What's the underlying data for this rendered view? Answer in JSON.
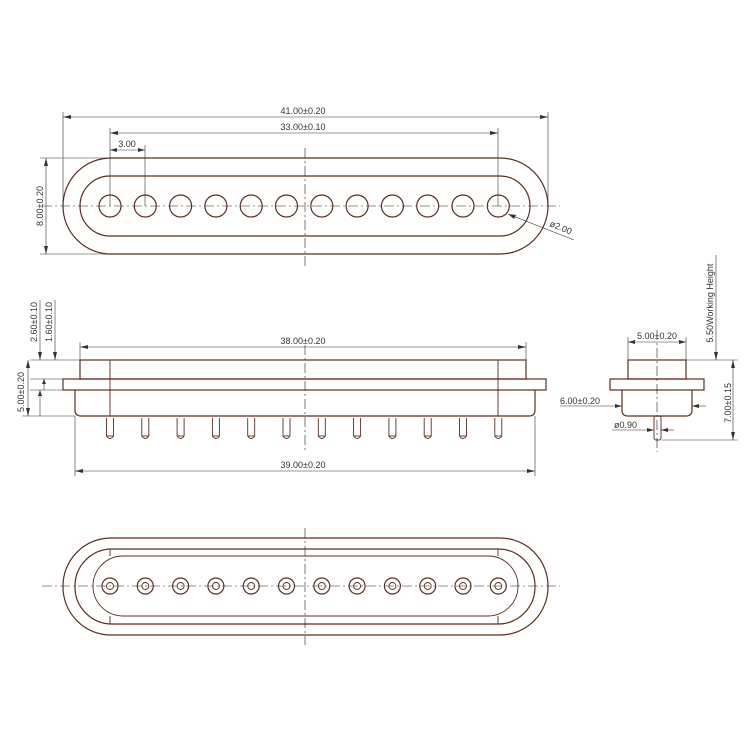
{
  "diagram": {
    "pin_count": 12,
    "colors": {
      "outline": "#5a2e20",
      "dimension": "#333333",
      "background": "#ffffff"
    },
    "top_view": {
      "overall_length": "41.00±0.20",
      "pin_span": "33.00±0.10",
      "pin_pitch": "3.00",
      "overall_height": "8.00±0.20",
      "pin_hole_diameter": "ø2.00"
    },
    "side_view": {
      "flange_thickness": "2.60±0.10",
      "top_step": "1.60±0.10",
      "top_width": "38.00±0.20",
      "body_height": "5.00±0.20",
      "bottom_width": "39.00±0.20"
    },
    "end_view": {
      "top_width": "5.00±0.20",
      "working_height": "5.50Working Height",
      "total_height": "7.00±0.15",
      "base_width": "6.00±0.20",
      "pin_diameter": "ø0.90"
    }
  }
}
